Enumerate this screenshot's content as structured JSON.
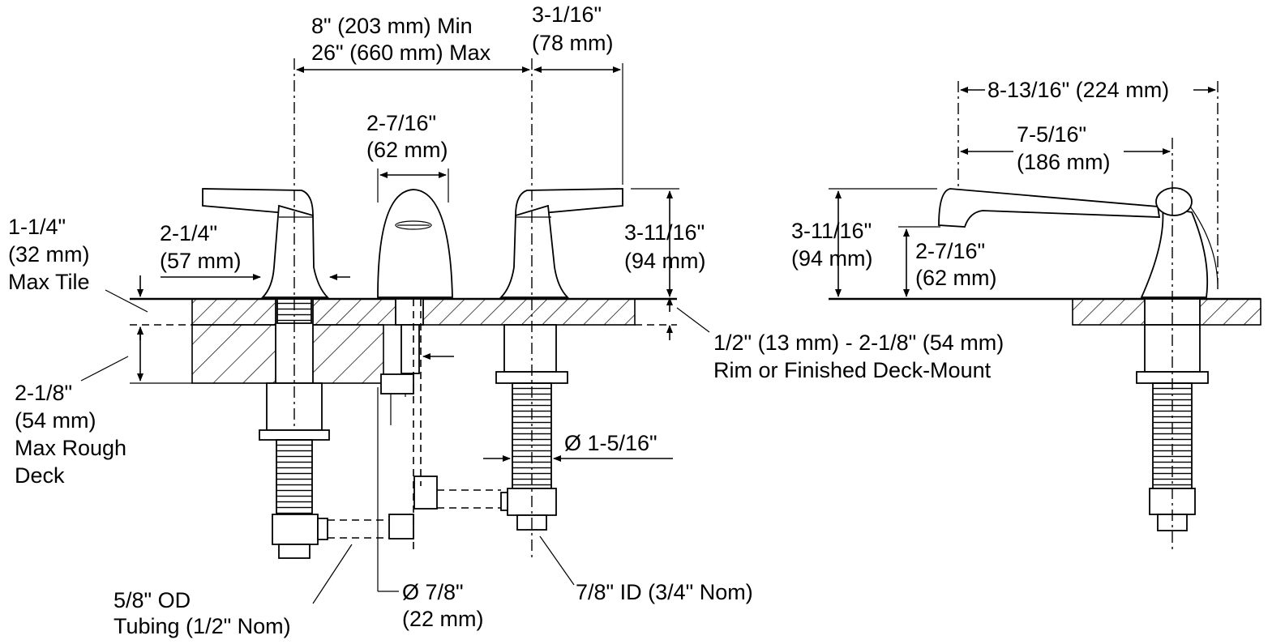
{
  "labels": {
    "center_min": "8\" (203 mm) Min",
    "center_max": "26\" (660 mm) Max",
    "right_offset_in": "3-1/16\"",
    "right_offset_mm": "(78 mm)",
    "spout_width_in": "2-7/16\"",
    "spout_width_mm": "(62 mm)",
    "handle_height_in": "3-11/16\"",
    "handle_height_mm": "(94 mm)",
    "tile_in": "1-1/4\"",
    "tile_mm": "(32 mm)",
    "tile_label": "Max Tile",
    "handle_base_in": "2-1/4\"",
    "handle_base_mm": "(57 mm)",
    "rough_in": "2-1/8\"",
    "rough_mm": "(54 mm)",
    "rough_label_1": "Max Rough",
    "rough_label_2": "Deck",
    "deck_range": "1/2\" (13 mm) - 2-1/8\" (54 mm)",
    "deck_label": "Rim or Finished Deck-Mount",
    "shank_dia": "Ø 1-5/16\"",
    "tubing_1": "5/8\" OD",
    "tubing_2": "Tubing (1/2\" Nom)",
    "hole_dia_in": "Ø 7/8\"",
    "hole_dia_mm": "(22 mm)",
    "inlet": "7/8\" ID (3/4\" Nom)",
    "side_reach_total": "8-13/16\" (224 mm)",
    "side_reach_in": "7-5/16\"",
    "side_reach_mm": "(186 mm)",
    "side_height_in": "3-11/16\"",
    "side_height_mm": "(94 mm)",
    "side_spout_in": "2-7/16\"",
    "side_spout_mm": "(62 mm)"
  }
}
